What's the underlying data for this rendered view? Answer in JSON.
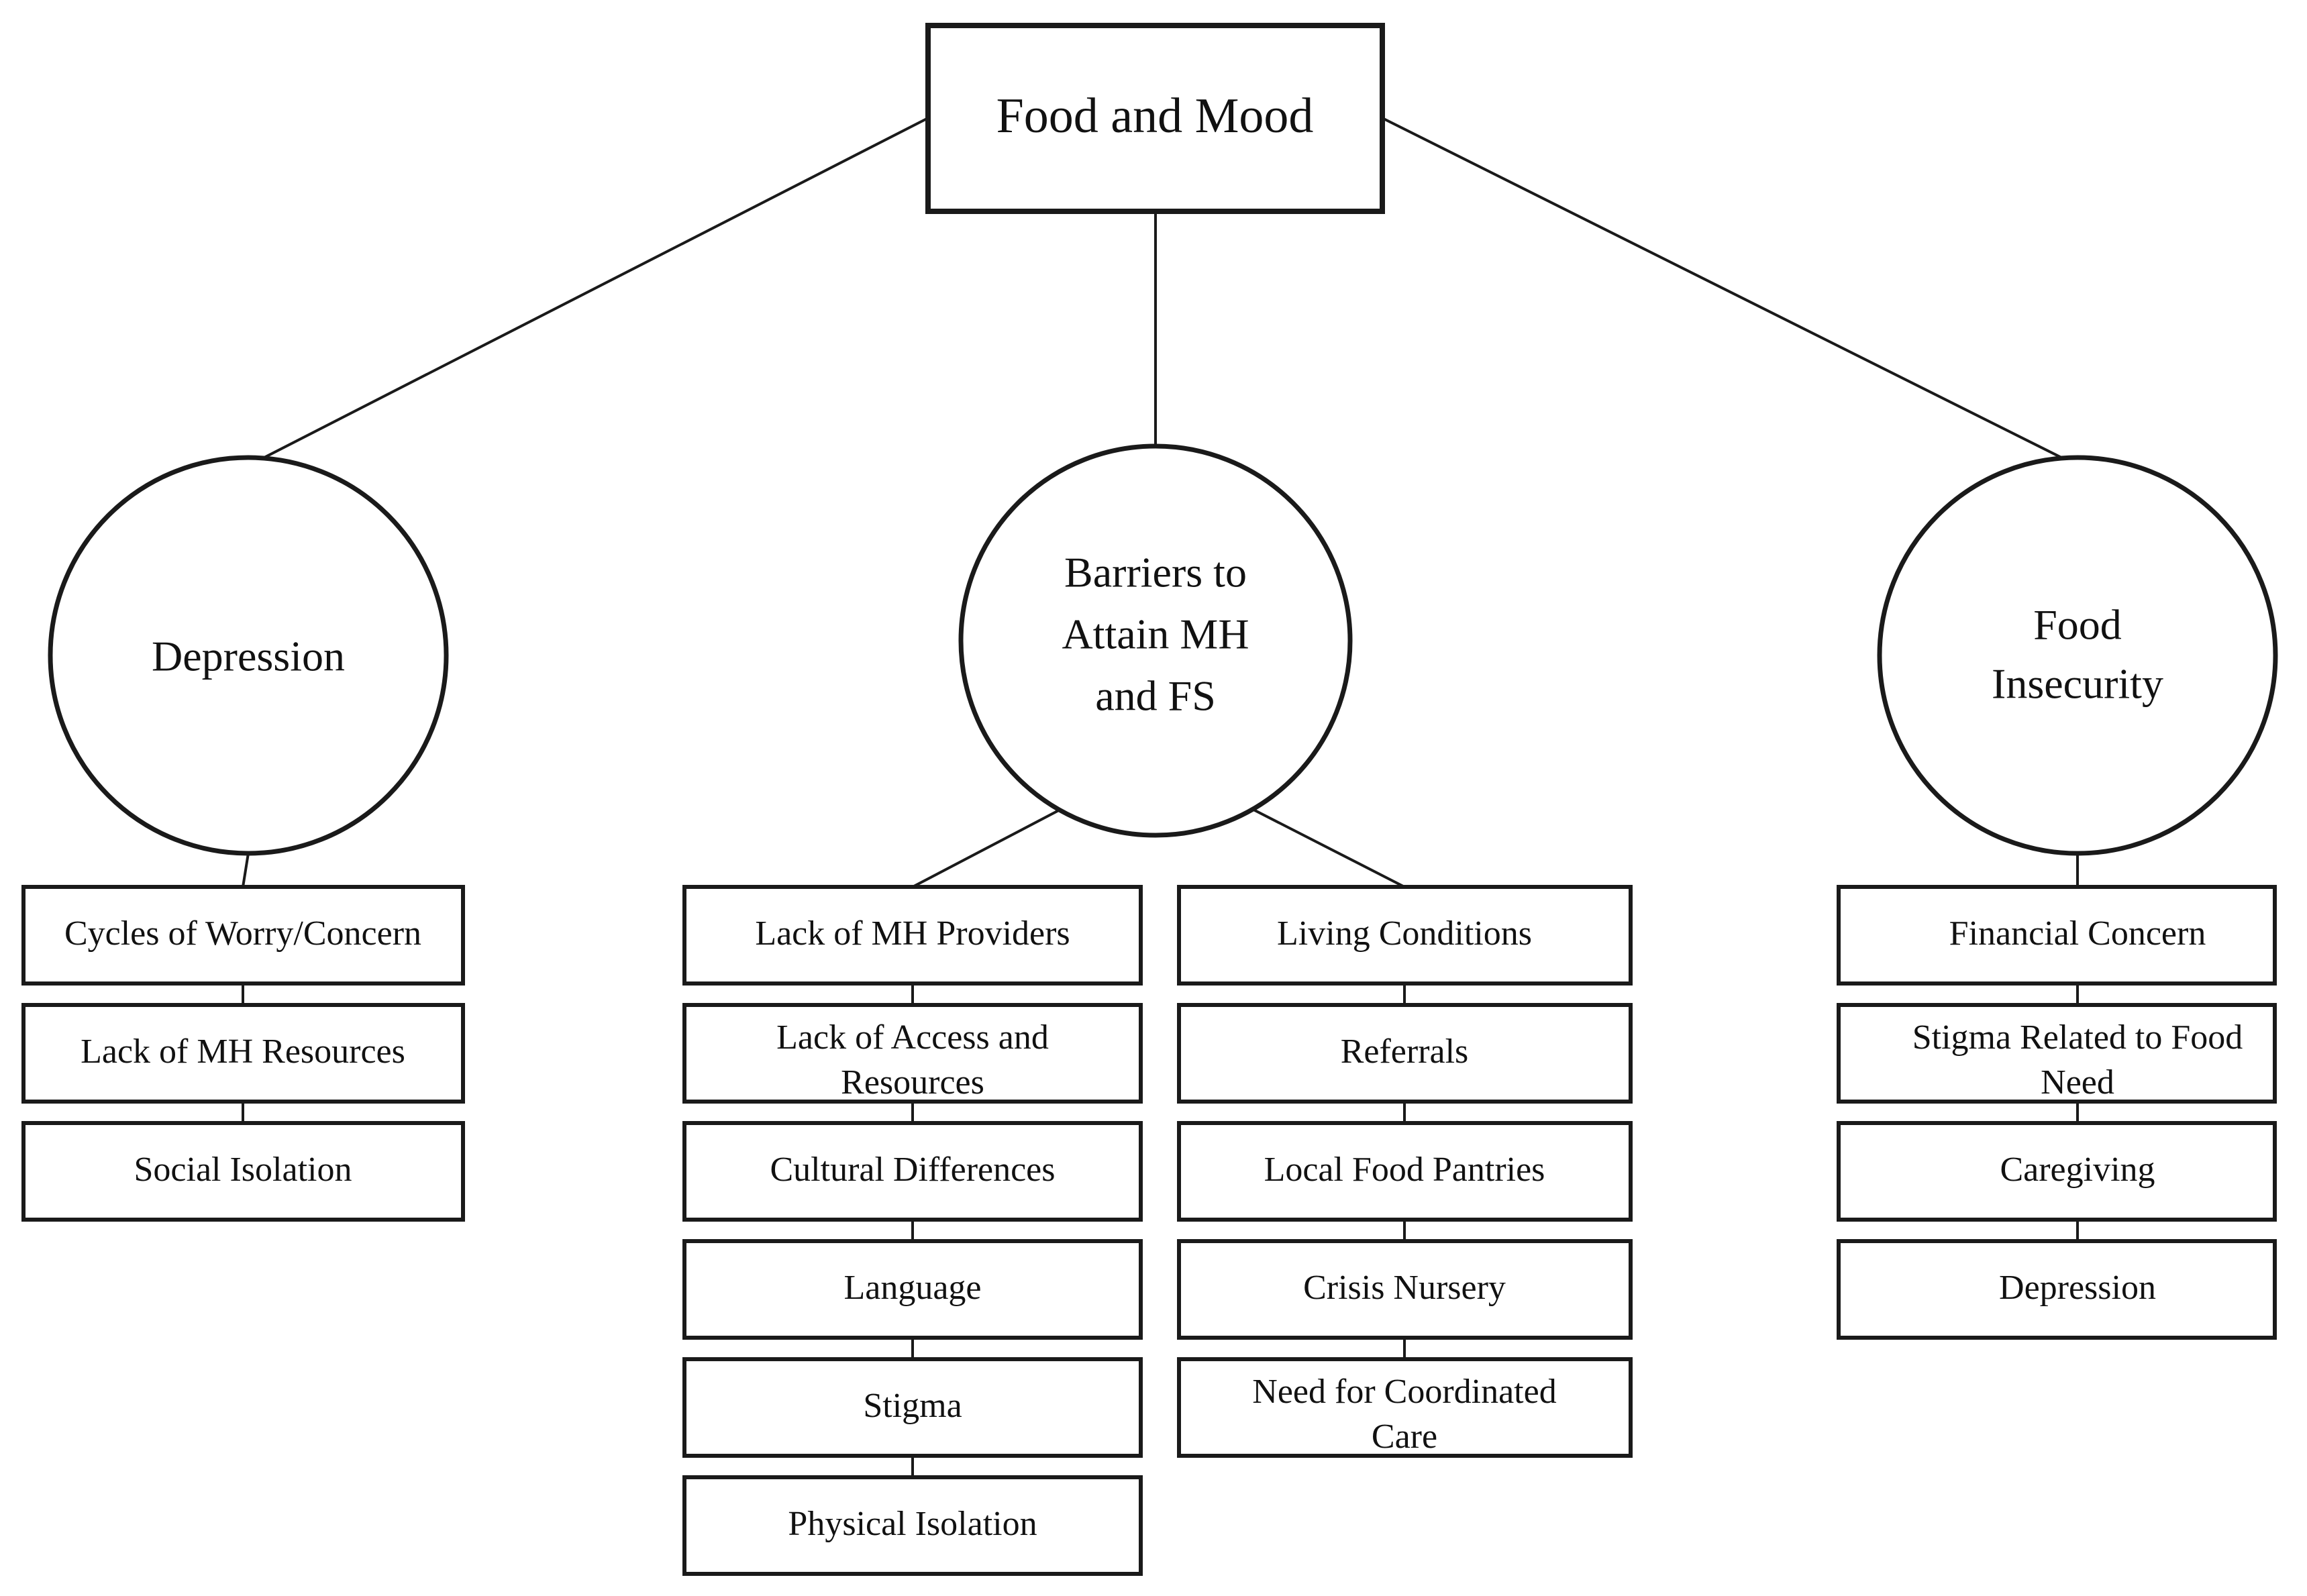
{
  "diagram": {
    "type": "hierarchy-tree",
    "title": "Food and Mood",
    "root": {
      "id": "food-and-mood",
      "label": "Food and Mood",
      "shape": "rectangle"
    },
    "branches": [
      {
        "id": "depression",
        "label": "Depression",
        "shape": "circle",
        "lines": [
          "Depression"
        ],
        "columns": [
          {
            "id": "depression-items",
            "items": [
              "Cycles of Worry/Concern",
              "Lack of MH Resources",
              "Social Isolation"
            ]
          }
        ]
      },
      {
        "id": "barriers-to-attain-mh-and-fs",
        "label": "Barriers to Attain MH and FS",
        "shape": "circle",
        "lines": [
          "Barriers to",
          "Attain MH",
          "and FS"
        ],
        "columns": [
          {
            "id": "barriers-left-items",
            "items": [
              "Lack of MH Providers",
              "Lack of Access and Resources",
              "Cultural Differences",
              "Language",
              "Stigma",
              "Physical Isolation"
            ]
          },
          {
            "id": "barriers-right-items",
            "items": [
              "Living Conditions",
              "Referrals",
              "Local Food Pantries",
              "Crisis Nursery",
              "Need for Coordinated Care"
            ]
          }
        ]
      },
      {
        "id": "food-insecurity",
        "label": "Food Insecurity",
        "shape": "circle",
        "lines": [
          "Food",
          "Insecurity"
        ],
        "columns": [
          {
            "id": "food-insecurity-items",
            "items": [
              "Financial Concern",
              "Stigma Related to Food Need",
              "Caregiving",
              "Depression"
            ]
          }
        ]
      }
    ],
    "colors": {
      "background": "#ffffff",
      "stroke": "#1a1a1a",
      "text": "#111111"
    }
  },
  "labels": {
    "root": "Food and Mood",
    "circle_depression_line1": "Depression",
    "circle_barriers_line1": "Barriers to",
    "circle_barriers_line2": "Attain MH",
    "circle_barriers_line3": "and FS",
    "circle_food_line1": "Food",
    "circle_food_line2": "Insecurity",
    "c1_b1": "Cycles of Worry/Concern",
    "c1_b2": "Lack of MH Resources",
    "c1_b3": "Social Isolation",
    "c2_b1": "Lack of MH Providers",
    "c2_b2_l1": "Lack of Access and",
    "c2_b2_l2": "Resources",
    "c2_b3": "Cultural Differences",
    "c2_b4": "Language",
    "c2_b5": "Stigma",
    "c2_b6": "Physical Isolation",
    "c3_b1": "Living Conditions",
    "c3_b2": "Referrals",
    "c3_b3": "Local Food Pantries",
    "c3_b4": "Crisis Nursery",
    "c3_b5_l1": "Need for Coordinated",
    "c3_b5_l2": "Care",
    "c4_b1": "Financial Concern",
    "c4_b2_l1": "Stigma Related to Food",
    "c4_b2_l2": "Need",
    "c4_b3": "Caregiving",
    "c4_b4": "Depression"
  }
}
